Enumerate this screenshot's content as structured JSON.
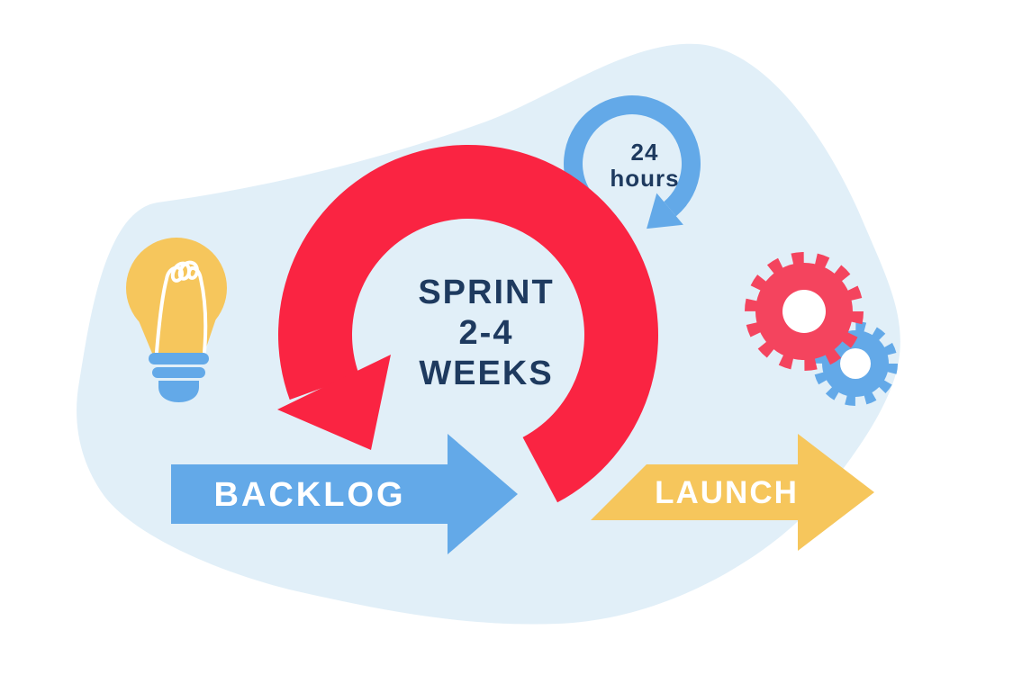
{
  "illustration": {
    "sprint_cycle": {
      "label_lines": [
        "SPRINT",
        "2-4",
        "WEEKS"
      ]
    },
    "daily_cycle": {
      "label_lines": [
        "24",
        "hours"
      ]
    },
    "backlog_stage": {
      "label": "BACKLOG"
    },
    "launch_stage": {
      "label": "LAUNCH"
    }
  },
  "icons": {
    "light_bulb": "light-bulb-icon",
    "gears": "gears-icon",
    "sprint_cycle_arrow": "sprint-cycle-arrow-icon",
    "daily_cycle_arrow": "daily-cycle-arrow-icon",
    "backlog_arrow": "backlog-arrow-icon",
    "launch_arrow": "launch-arrow-icon"
  },
  "colors": {
    "background": "#FFFFFF",
    "blob": "#E1EFF8",
    "red": "#FA2442",
    "gear_red": "#F4445E",
    "blue": "#63A9E8",
    "yellow": "#F6C65C",
    "navy": "#1E3A5F",
    "text_on_arrow": "#FFFFFF"
  }
}
